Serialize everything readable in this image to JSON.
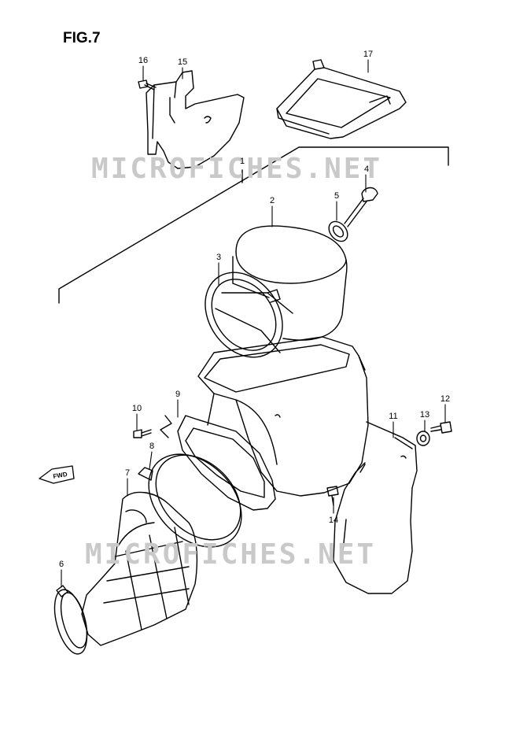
{
  "figure": {
    "title": "FIG.7"
  },
  "watermark": {
    "text": "MICROFICHES.NET",
    "color": "#c9c9c9"
  },
  "direction_label": "FWD",
  "callouts": [
    {
      "id": "c1",
      "label": "1"
    },
    {
      "id": "c2",
      "label": "2"
    },
    {
      "id": "c3",
      "label": "3"
    },
    {
      "id": "c4",
      "label": "4"
    },
    {
      "id": "c5",
      "label": "5"
    },
    {
      "id": "c6",
      "label": "6"
    },
    {
      "id": "c7",
      "label": "7"
    },
    {
      "id": "c8",
      "label": "8"
    },
    {
      "id": "c9",
      "label": "9"
    },
    {
      "id": "c10",
      "label": "10"
    },
    {
      "id": "c11",
      "label": "11"
    },
    {
      "id": "c12",
      "label": "12"
    },
    {
      "id": "c13",
      "label": "13"
    },
    {
      "id": "c14",
      "label": "14"
    },
    {
      "id": "c15",
      "label": "15"
    },
    {
      "id": "c16",
      "label": "16"
    },
    {
      "id": "c17",
      "label": "17"
    }
  ]
}
